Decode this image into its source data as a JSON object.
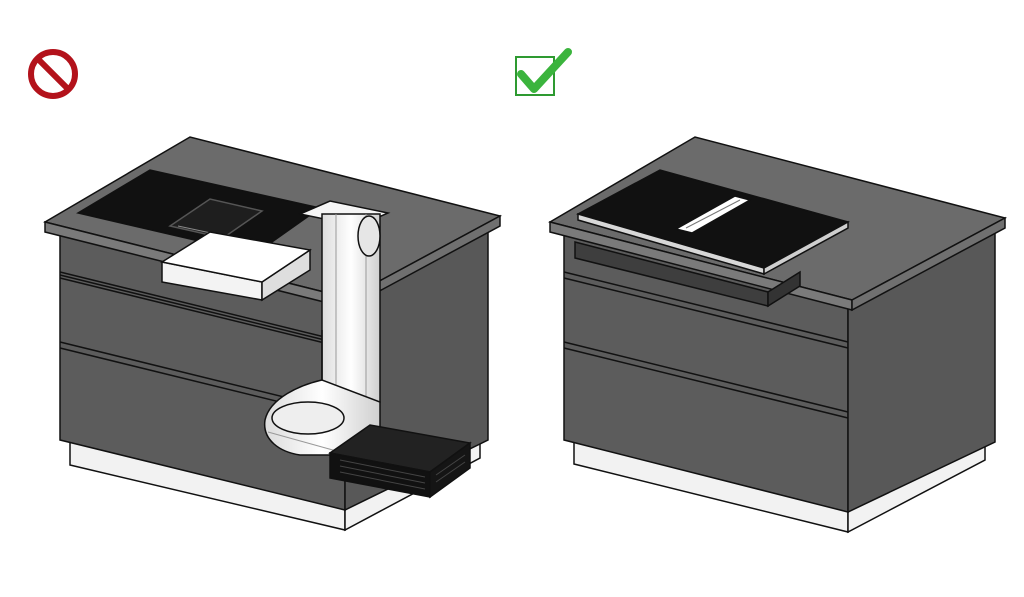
{
  "panels": [
    {
      "id": "incorrect",
      "status": "incorrect",
      "status_icon": "prohibited-icon",
      "status_color": "#b3121b",
      "description_icon": "cabinet-with-ducted-downdraft-hood-icon"
    },
    {
      "id": "correct",
      "status": "correct",
      "status_icon": "checkmark-icon",
      "status_color": "#3bb43d",
      "description_icon": "cabinet-with-flush-downdraft-hood-icon"
    }
  ],
  "colors": {
    "cabinet_front": "#5c5c5c",
    "cabinet_side": "#5a5a5a",
    "countertop_top": "#6b6b6b",
    "countertop_edge": "#7a7a7a",
    "plinth": "#f2f2f2",
    "cooktop": "#111111",
    "duct": "#eeeeee",
    "outline": "#111111"
  }
}
